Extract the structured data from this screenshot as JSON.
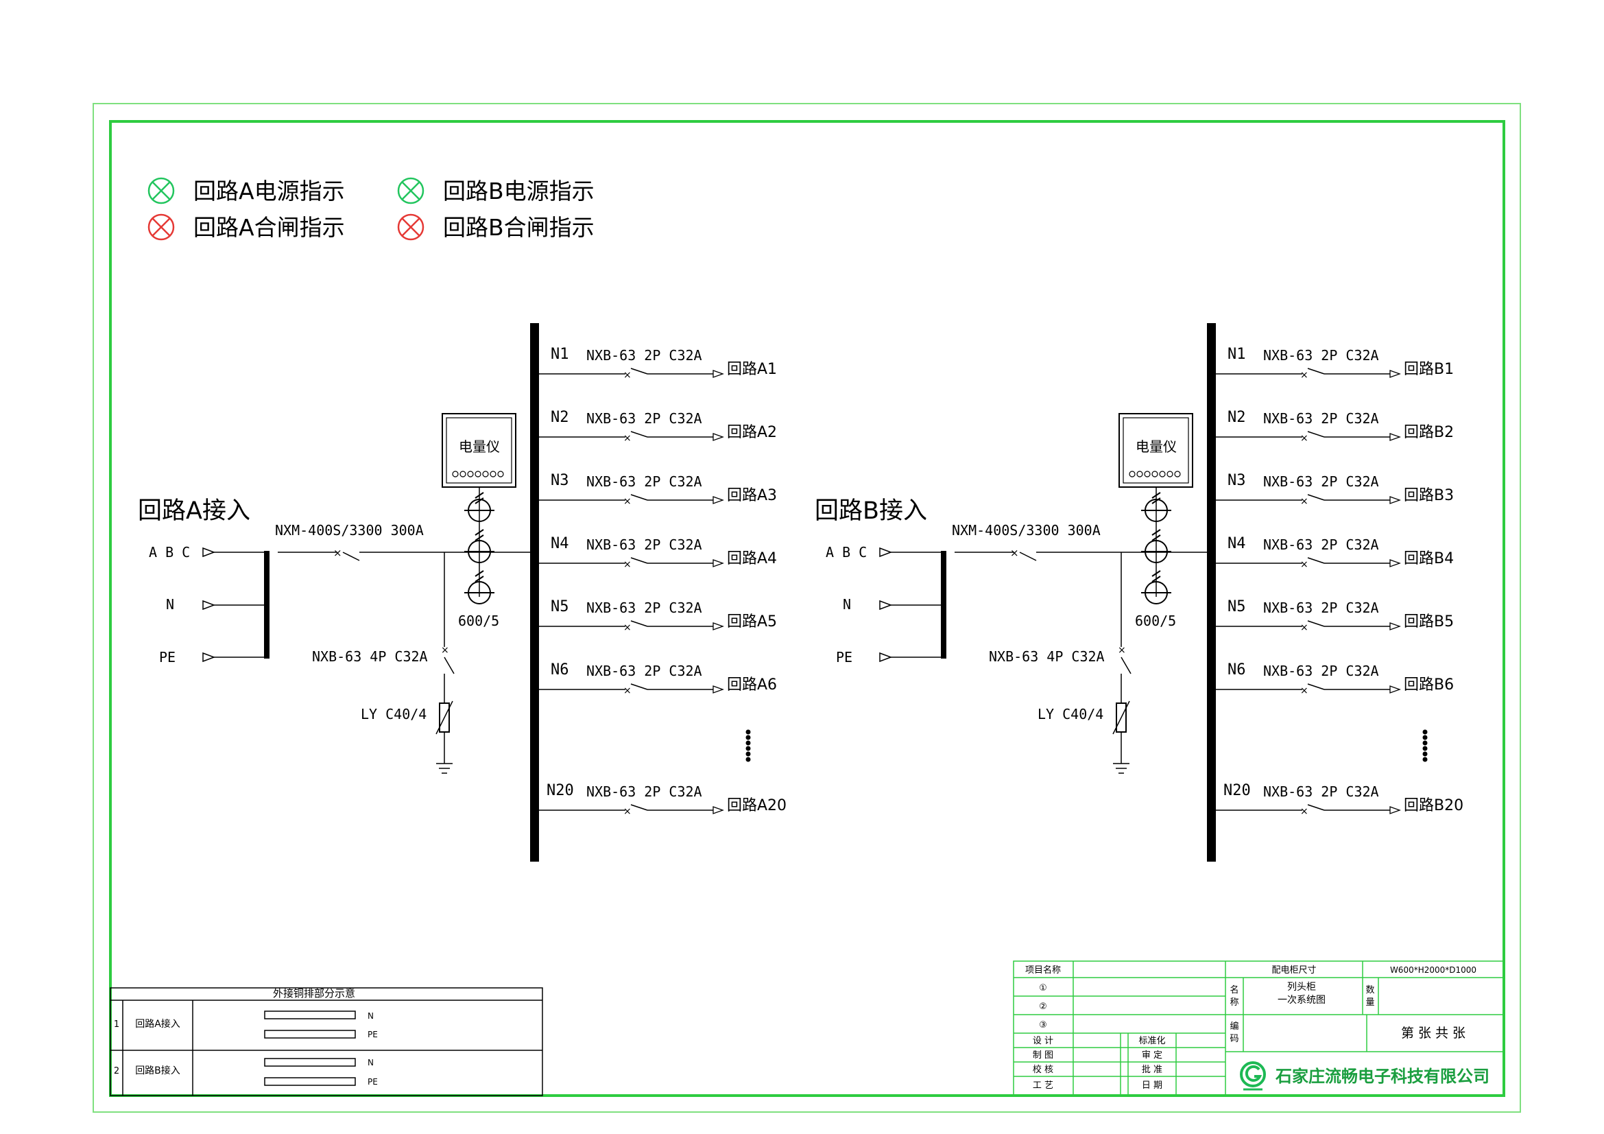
{
  "colors": {
    "frame": "#2ecc40",
    "frame_outer": "#7fe07f",
    "power_ind": "#22c55e",
    "close_ind": "#e53935",
    "line": "#000000",
    "logo": "#1db954",
    "company": "#1a9e3f"
  },
  "legend": {
    "a_power": "回路A电源指示",
    "a_close": "回路A合闸指示",
    "b_power": "回路B电源指示",
    "b_close": "回路B合闸指示"
  },
  "circuits": [
    {
      "title": "回路A接入",
      "phase_labels": [
        "A B C",
        "N",
        "PE"
      ],
      "main_breaker": "NXM-400S/3300 300A",
      "meter": "电量仪",
      "ct": "600/5",
      "spd_breaker": "NXB-63 4P C32A",
      "spd": "LY C40/4",
      "branches": [
        {
          "id": "N1",
          "breaker": "NXB-63 2P C32A",
          "out": "回路A1"
        },
        {
          "id": "N2",
          "breaker": "NXB-63 2P C32A",
          "out": "回路A2"
        },
        {
          "id": "N3",
          "breaker": "NXB-63 2P C32A",
          "out": "回路A3"
        },
        {
          "id": "N4",
          "breaker": "NXB-63 2P C32A",
          "out": "回路A4"
        },
        {
          "id": "N5",
          "breaker": "NXB-63 2P C32A",
          "out": "回路A5"
        },
        {
          "id": "N6",
          "breaker": "NXB-63 2P C32A",
          "out": "回路A6"
        },
        {
          "id": "N20",
          "breaker": "NXB-63 2P C32A",
          "out": "回路A20"
        }
      ]
    },
    {
      "title": "回路B接入",
      "phase_labels": [
        "A B C",
        "N",
        "PE"
      ],
      "main_breaker": "NXM-400S/3300 300A",
      "meter": "电量仪",
      "ct": "600/5",
      "spd_breaker": "NXB-63 4P C32A",
      "spd": "LY C40/4",
      "branches": [
        {
          "id": "N1",
          "breaker": "NXB-63 2P C32A",
          "out": "回路B1"
        },
        {
          "id": "N2",
          "breaker": "NXB-63 2P C32A",
          "out": "回路B2"
        },
        {
          "id": "N3",
          "breaker": "NXB-63 2P C32A",
          "out": "回路B3"
        },
        {
          "id": "N4",
          "breaker": "NXB-63 2P C32A",
          "out": "回路B4"
        },
        {
          "id": "N5",
          "breaker": "NXB-63 2P C32A",
          "out": "回路B5"
        },
        {
          "id": "N6",
          "breaker": "NXB-63 2P C32A",
          "out": "回路B6"
        },
        {
          "id": "N20",
          "breaker": "NXB-63 2P C32A",
          "out": "回路B20"
        }
      ]
    }
  ],
  "copper_table": {
    "title": "外接铜排部分示意",
    "rows": [
      {
        "no": "1",
        "name": "回路A接入",
        "bars": [
          "N",
          "PE"
        ]
      },
      {
        "no": "2",
        "name": "回路B接入",
        "bars": [
          "N",
          "PE"
        ]
      }
    ]
  },
  "title_block": {
    "project_label": "项目名称",
    "circle1": "①",
    "circle2": "②",
    "circle3": "③",
    "size_label": "配电柜尺寸",
    "size_value": "W600*H2000*D1000",
    "name_label_1": "名",
    "name_label_2": "称",
    "name_line1": "列头柜",
    "name_line2": "一次系统图",
    "qty_label_1": "数",
    "qty_label_2": "量",
    "code_label_1": "编",
    "code_label_2": "码",
    "sheet_text": "第  张 共  张",
    "roles_left": [
      "设  计",
      "制  图",
      "校  核",
      "工  艺"
    ],
    "roles_right": [
      "标准化",
      "审  定",
      "批  准",
      "日  期"
    ],
    "company": "石家庄流畅电子科技有限公司"
  }
}
